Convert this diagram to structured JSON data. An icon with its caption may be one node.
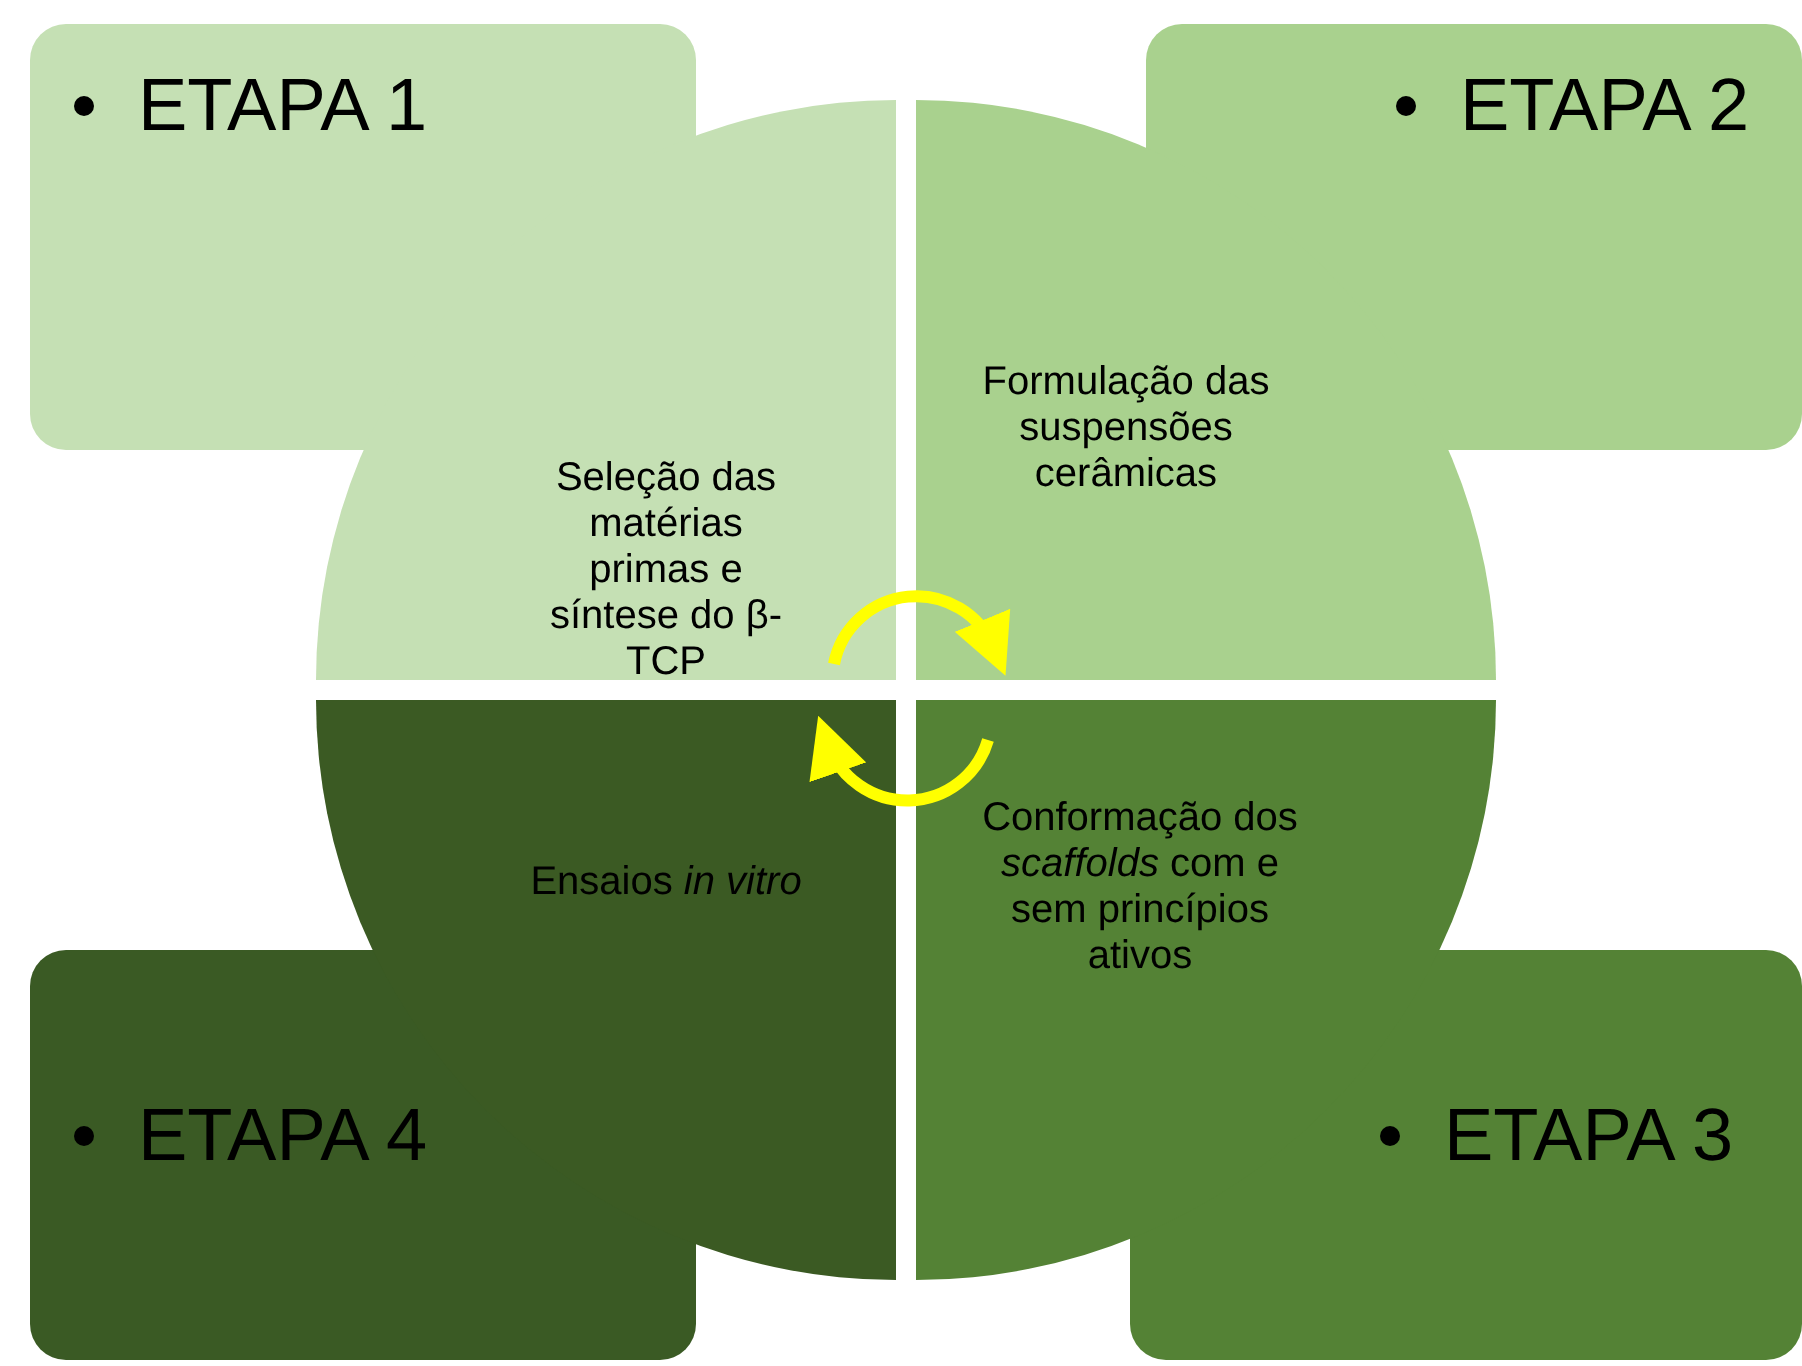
{
  "diagram": {
    "nodes": [
      {
        "text": [
          "ETAPA 1"
        ]
      },
      {
        "text": [
          "ETAPA 2"
        ]
      },
      {
        "text": [
          "Seleção das matérias primas e síntese do β-TCP"
        ]
      },
      {
        "text": [
          "Formulação das suspensões cerâmicas"
        ]
      },
      {
        "text": [
          "Ensaios *in vitro*"
        ]
      },
      {
        "text": [
          "Conformação dos *scaffolds* com e sem princípios ativos"
        ]
      },
      {
        "text": [
          "ETAPA 4"
        ]
      },
      {
        "text": [
          "ETAPA 3"
        ]
      }
    ],
    "edges": [
      {
        "from": 2,
        "to": 3,
        "arrow": "to",
        "color": "#ffff00"
      },
      {
        "from": 5,
        "to": 4,
        "arrow": "to",
        "color": "#ffff00"
      }
    ]
  }
}
